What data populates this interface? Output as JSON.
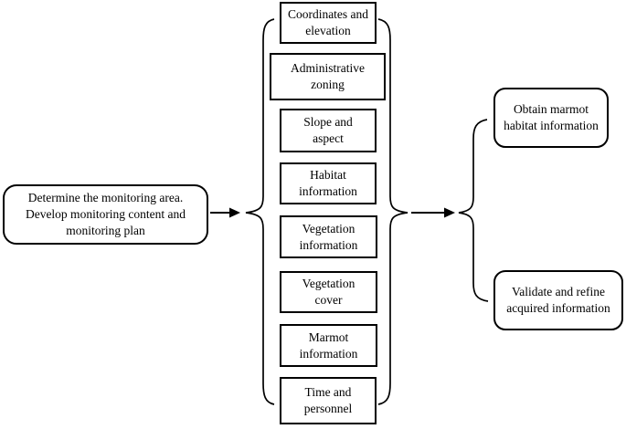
{
  "figure": {
    "background_color": "#ffffff",
    "line_color": "#000000",
    "source_box": {
      "label": "Determine the monitoring area. Develop monitoring content and monitoring plan"
    },
    "middle_column": {
      "items": [
        {
          "label": "Coordinates and elevation"
        },
        {
          "label": "Administrative zoning"
        },
        {
          "label": "Slope and aspect"
        },
        {
          "label": "Habitat information"
        },
        {
          "label": "Vegetation information"
        },
        {
          "label": "Vegetation cover"
        },
        {
          "label": "Marmot information"
        },
        {
          "label": "Time and personnel"
        }
      ]
    },
    "output_boxes": [
      {
        "label": "Obtain marmot habitat information"
      },
      {
        "label": "Validate and refine acquired information"
      }
    ]
  }
}
